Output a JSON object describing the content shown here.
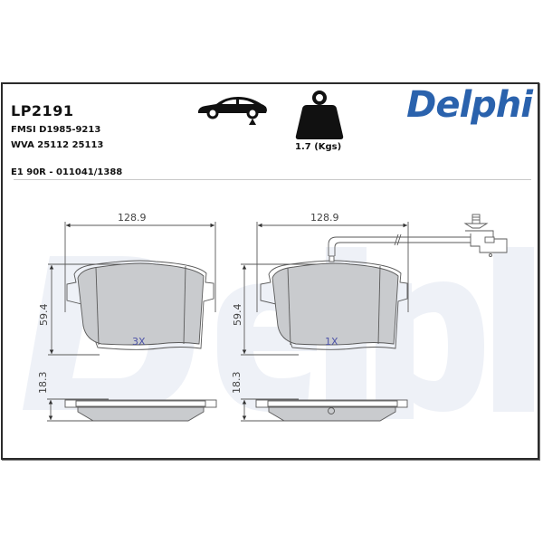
{
  "product": {
    "part_number": "LP2191",
    "fmsi": "FMSI D1985-9213",
    "wva": "WVA 25112 25113",
    "approval": "E1 90R - 011041/1388"
  },
  "icons": {
    "axle_position": "car-rear-axle-icon",
    "weight": "weight-icon"
  },
  "weight": {
    "label": "1.7 (Kgs)"
  },
  "brand": {
    "logo_text": "Delphi",
    "color": "#2a62ad",
    "watermark_color": "#eef1f7"
  },
  "drawings": {
    "left_pad": {
      "width_dim": "128.9",
      "height_dim": "59.4",
      "thickness_dim": "18.3",
      "quantity": "3X",
      "has_wear_sensor": false
    },
    "right_pad": {
      "width_dim": "128.9",
      "height_dim": "59.4",
      "thickness_dim": "18.3",
      "quantity": "1X",
      "has_wear_sensor": true
    }
  },
  "colors": {
    "pad_fill": "#c9cbce",
    "outline": "#5a5a5a",
    "quantity_text": "#4d53a8"
  }
}
